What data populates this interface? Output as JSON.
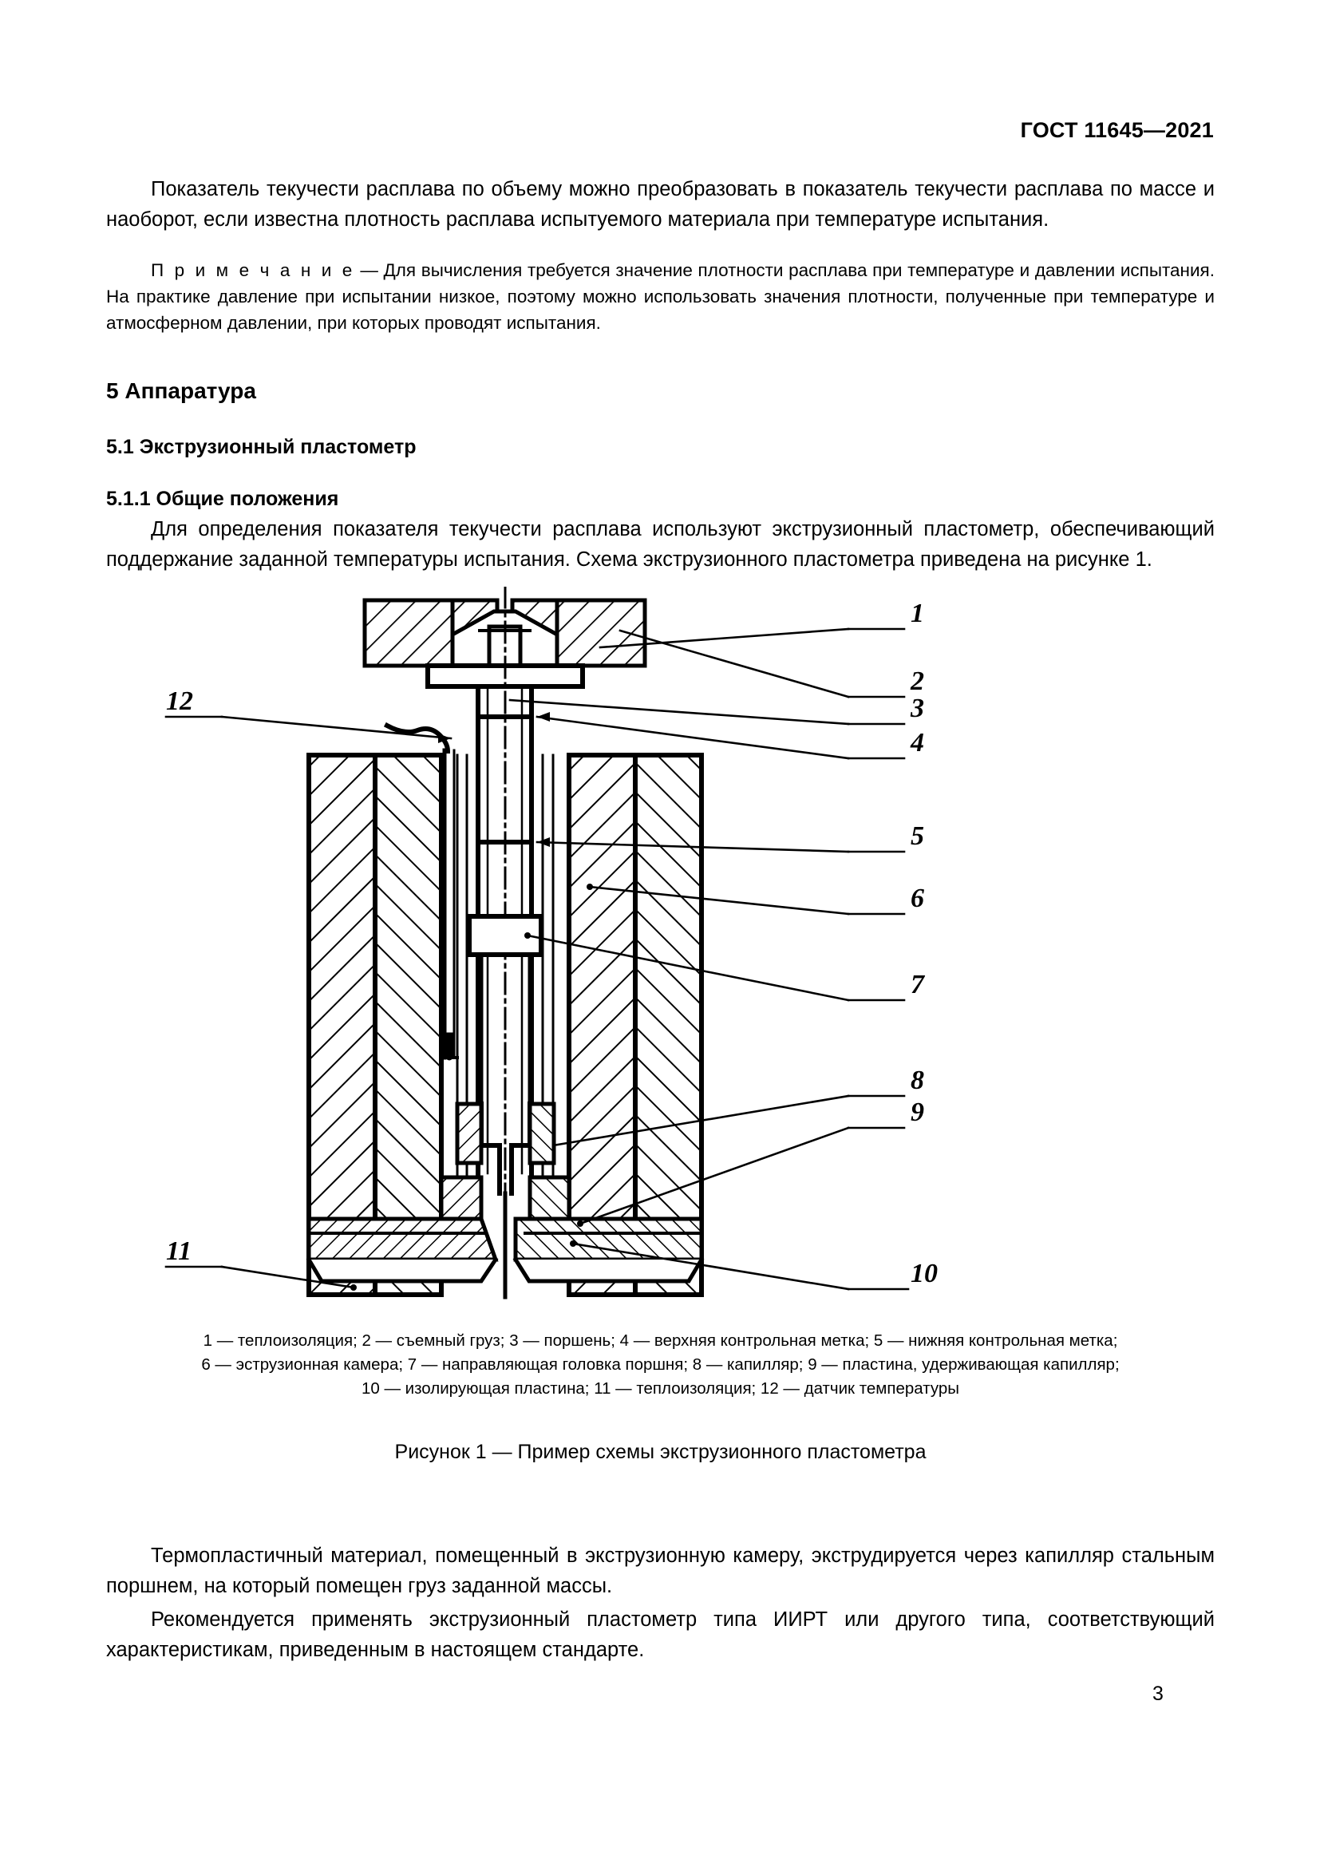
{
  "document": {
    "standard_header": "ГОСТ 11645—2021",
    "page_number": "3"
  },
  "body": {
    "paragraph_1": "Показатель текучести расплава по объему можно преобразовать в показатель текучести расплава по массе и наоборот, если известна плотность расплава испытуемого материала при температуре испытания.",
    "note_label": "П р и м е ч а н и е",
    "note_dash": " — ",
    "note_text": "Для вычисления требуется значение плотности расплава при температуре и давлении испытания. На практике давление при испытании низкое, поэтому можно использовать значения плотности, полученные при температуре и атмосферном давлении, при которых проводят испытания.",
    "heading_section": "5 Аппаратура",
    "heading_sub": "5.1 Экструзионный пластометр",
    "heading_subsub": "5.1.1 Общие положения",
    "paragraph_2": "Для определения показателя текучести расплава используют экструзионный пластометр, обеспечивающий поддержание заданной температуры испытания. Схема экструзионного пластометра приведена на рисунке 1.",
    "paragraph_3": "Термопластичный материал, помещенный в экструзионную камеру, экструдируется через капилляр стальным поршнем, на который помещен груз заданной массы.",
    "paragraph_4": "Рекомендуется применять экструзионный пластометр типа ИИРТ или другого типа, соответствующий характеристикам, приведенным в настоящем стандарте."
  },
  "figure": {
    "caption": "Рисунок 1 — Пример схемы экструзионного пластометра",
    "legend_line_1": "1 — теплоизоляция; 2 — съемный груз; 3 — поршень; 4 —  верхняя контрольная метка; 5 — нижняя контрольная метка;",
    "legend_line_2": "6 — эструзионная камера; 7 — направляющая головка поршня; 8 — капилляр;  9 — пластина, удерживающая капилляр;",
    "legend_line_3": "10 — изолирующая пластина; 11 — теплоизоляция; 12 — датчик температуры",
    "callouts": [
      {
        "id": "1",
        "label": "1",
        "part": "теплоизоляция"
      },
      {
        "id": "2",
        "label": "2",
        "part": "съемный груз"
      },
      {
        "id": "3",
        "label": "3",
        "part": "поршень"
      },
      {
        "id": "4",
        "label": "4",
        "part": "верхняя контрольная метка"
      },
      {
        "id": "5",
        "label": "5",
        "part": "нижняя контрольная метка"
      },
      {
        "id": "6",
        "label": "6",
        "part": "эструзионная камера"
      },
      {
        "id": "7",
        "label": "7",
        "part": "направляющая головка поршня"
      },
      {
        "id": "8",
        "label": "8",
        "part": "капилляр"
      },
      {
        "id": "9",
        "label": "9",
        "part": "пластина, удерживающая капилляр"
      },
      {
        "id": "10",
        "label": "10",
        "part": "изолирующая пластина"
      },
      {
        "id": "11",
        "label": "11",
        "part": "теплоизоляция"
      },
      {
        "id": "12",
        "label": "12",
        "part": "датчик температуры"
      }
    ]
  },
  "colors": {
    "ink": "#000000",
    "paper": "#ffffff"
  }
}
